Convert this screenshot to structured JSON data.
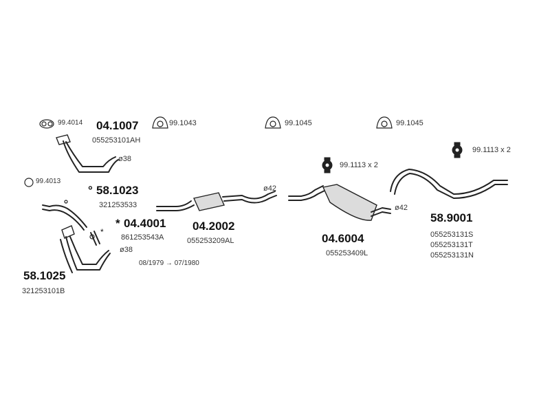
{
  "parts": {
    "p1": {
      "number": "04.1007",
      "oe": "055253101AH",
      "diam": "ø38",
      "clamp": "99.4014"
    },
    "p2": {
      "number": "58.1023",
      "oe": "321253533",
      "marker": "°",
      "ring": "99.4013"
    },
    "p3": {
      "number": "04.4001",
      "oe": "861253543A",
      "marker": "*",
      "small_marker": "*"
    },
    "p4": {
      "number": "58.1025",
      "oe": "321253101B",
      "diam": "ø38",
      "date_range": "08/1979 → 07/1980"
    },
    "p5": {
      "number": "04.2002",
      "oe": "055253209AL",
      "diam": "ø42",
      "mount": "99.1043"
    },
    "p6": {
      "number": "04.6004",
      "oe": "055253409L",
      "diam": "ø42",
      "mount_top": "99.1045",
      "mount_qty": "99.1113 x 2"
    },
    "p7": {
      "number": "58.9001",
      "oe": [
        "055253131S",
        "055253131T",
        "055253131N"
      ],
      "mount_top": "99.1045",
      "mount_qty": "99.1113 x 2"
    }
  }
}
